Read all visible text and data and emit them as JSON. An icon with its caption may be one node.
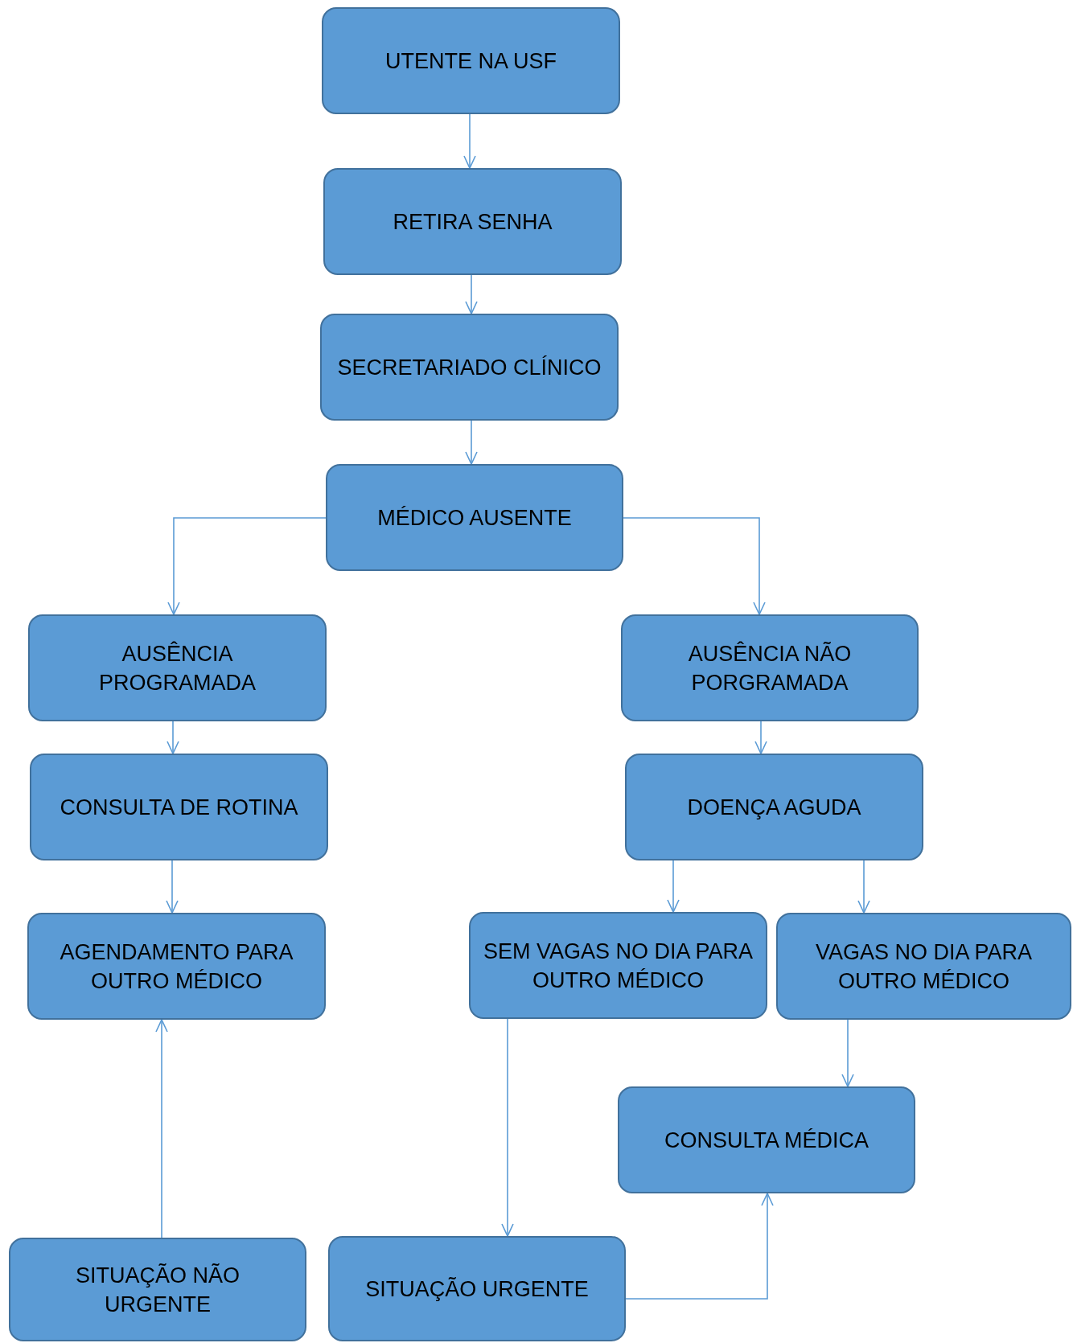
{
  "diagram": {
    "nodes": [
      {
        "text": [
          "UTENTE NA USF"
        ]
      },
      {
        "text": [
          "RETIRA SENHA"
        ]
      },
      {
        "text": [
          "SECRETARIADO CLÍNICO"
        ]
      },
      {
        "text": [
          "MÉDICO AUSENTE"
        ]
      },
      {
        "text": [
          "AUSÊNCIA PROGRAMADA"
        ]
      },
      {
        "text": [
          "AUSÊNCIA NÃO PORGRAMADA"
        ]
      },
      {
        "text": [
          "CONSULTA DE ROTINA"
        ]
      },
      {
        "text": [
          "DOENÇA AGUDA"
        ]
      },
      {
        "text": [
          "AGENDAMENTO PARA OUTRO MÉDICO"
        ]
      },
      {
        "text": [
          "SEM VAGAS NO DIA PARA OUTRO MÉDICO"
        ]
      },
      {
        "text": [
          "VAGAS NO DIA PARA OUTRO MÉDICO"
        ]
      },
      {
        "text": [
          "CONSULTA MÉDICA"
        ]
      },
      {
        "text": [
          "SITUAÇÃO NÃO URGENTE"
        ]
      },
      {
        "text": [
          "SITUAÇÃO URGENTE"
        ]
      }
    ],
    "edges": [
      {
        "from": 0,
        "to": 1,
        "arrow": "to"
      },
      {
        "from": 1,
        "to": 2,
        "arrow": "to"
      },
      {
        "from": 2,
        "to": 3,
        "arrow": "to"
      },
      {
        "from": 3,
        "to": 4,
        "arrow": "to"
      },
      {
        "from": 3,
        "to": 5,
        "arrow": "to"
      },
      {
        "from": 4,
        "to": 6,
        "arrow": "to"
      },
      {
        "from": 6,
        "to": 8,
        "arrow": "to"
      },
      {
        "from": 5,
        "to": 7,
        "arrow": "to"
      },
      {
        "from": 7,
        "to": 9,
        "arrow": "to"
      },
      {
        "from": 7,
        "to": 10,
        "arrow": "to"
      },
      {
        "from": 10,
        "to": 11,
        "arrow": "to"
      },
      {
        "from": 9,
        "to": 13,
        "arrow": "to"
      },
      {
        "from": 12,
        "to": 8,
        "arrow": "to"
      },
      {
        "from": 13,
        "to": 11,
        "arrow": "to"
      }
    ]
  }
}
